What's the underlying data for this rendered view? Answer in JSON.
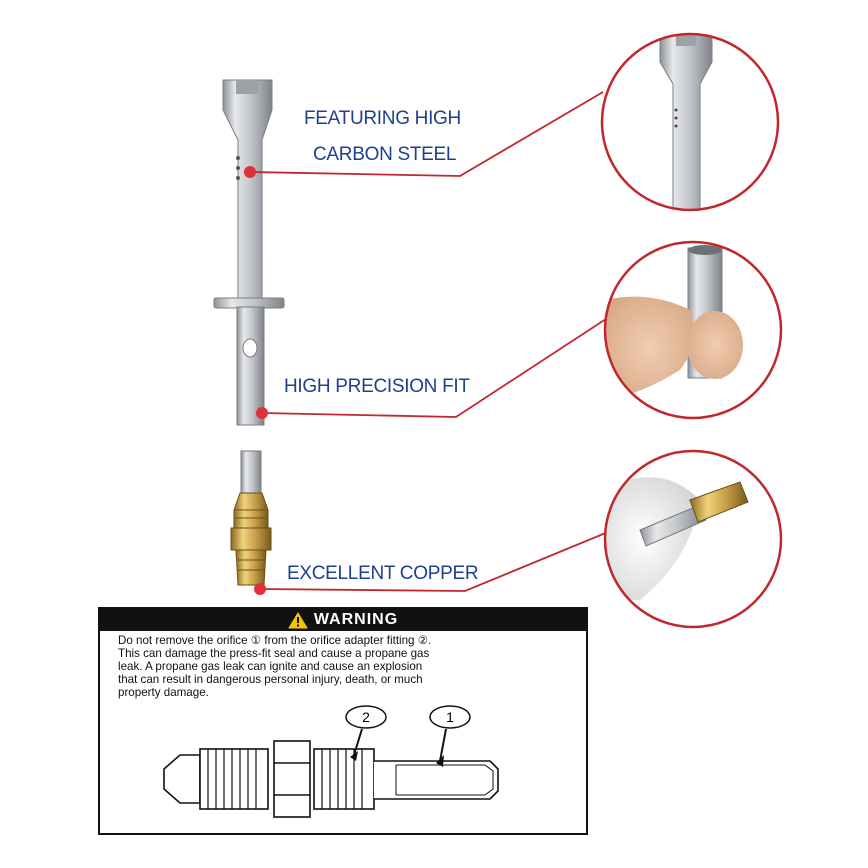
{
  "features": [
    {
      "lines": [
        "FEATURING HIGH",
        "CARBON STEEL"
      ]
    },
    {
      "lines": [
        "HIGH PRECISION FIT"
      ]
    },
    {
      "lines": [
        "EXCELLENT COPPER"
      ]
    }
  ],
  "warning": {
    "title": "WARNING",
    "icon": "warning-triangle-icon",
    "lines": [
      "Do not remove the orifice ① from the orifice adapter fitting ②.",
      "This can damage the press-fit seal and cause a propane gas",
      "leak. A propane gas leak can ignite and cause an explosion",
      "that can result in dangerous personal injury, death, or much",
      "property damage."
    ],
    "callouts": [
      "2",
      "1"
    ]
  },
  "colors": {
    "label_blue": "#1f3f8f",
    "leader_red": "#c0282e",
    "steel": "#b9bcc0",
    "brass": "#c9a24a"
  }
}
